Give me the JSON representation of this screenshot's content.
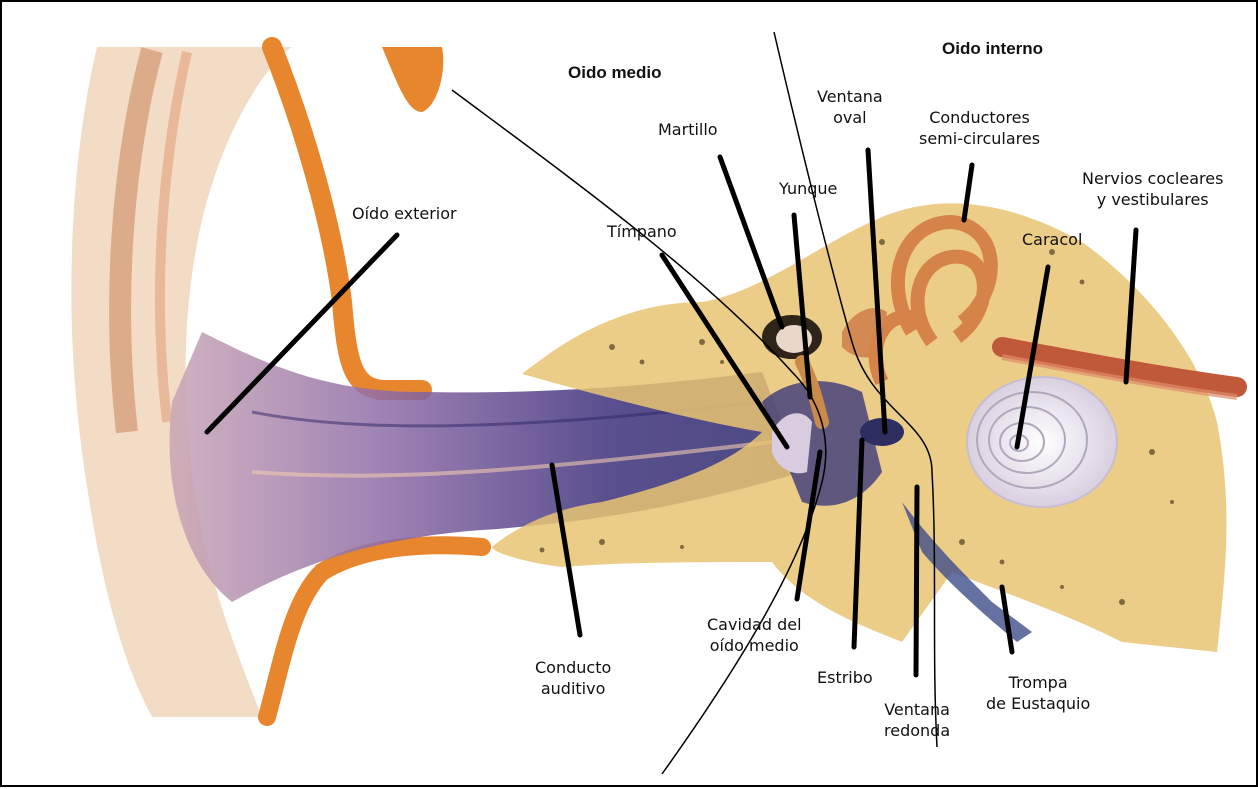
{
  "sections": {
    "middle": "Oido medio",
    "inner": "Oido interno"
  },
  "labels": {
    "outer_ear": "Oído exterior",
    "eardrum": "Tímpano",
    "hammer": "Martillo",
    "anvil": "Yunque",
    "oval_window": "Ventana\noval",
    "semicircular": "Conductores\nsemi-circulares",
    "nerves": "Nervios cocleares\ny vestibulares",
    "cochlea": "Caracol",
    "ear_canal": "Conducto\nauditivo",
    "middle_cavity": "Cavidad del\noído medio",
    "stirrup": "Estribo",
    "round_window": "Ventana\nredonda",
    "eustachian": "Trompa\nde Eustaquio"
  },
  "colors": {
    "skin": "#f6e6d2",
    "cartilage": "#e8862e",
    "canal_blue": "#5a4a92",
    "bone": "#e9c472",
    "cochlea": "#e6e0ea",
    "line": "#000000"
  }
}
